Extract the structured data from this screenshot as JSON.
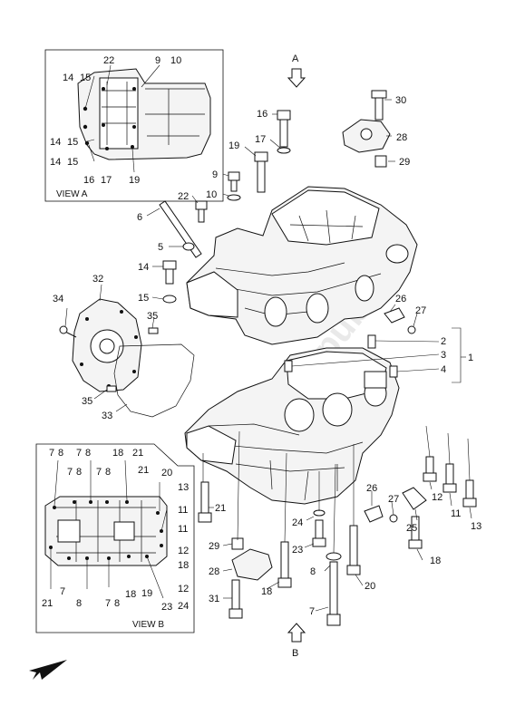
{
  "view_a": {
    "title": "VIEW A",
    "labels": [
      "22",
      "9",
      "10",
      "14",
      "15",
      "14",
      "15",
      "14",
      "15",
      "16",
      "17",
      "19"
    ]
  },
  "view_b": {
    "title": "VIEW B",
    "labels": [
      "7",
      "8",
      "7",
      "8",
      "18",
      "21",
      "7",
      "8",
      "7",
      "8",
      "21",
      "20",
      "13",
      "11",
      "11",
      "12",
      "18",
      "21",
      "7",
      "8",
      "7",
      "8",
      "18",
      "19",
      "23",
      "12",
      "24"
    ]
  },
  "direction_labels": {
    "a": "A",
    "b": "B"
  },
  "parts": {
    "p30": "30",
    "p28": "28",
    "p29": "29",
    "p16": "16",
    "p17": "17",
    "p19": "19",
    "p9": "9",
    "p10": "10",
    "p22": "22",
    "p6": "6",
    "p5": "5",
    "p14": "14",
    "p15": "15",
    "p32": "32",
    "p34": "34",
    "p35a": "35",
    "p35b": "35",
    "p33": "33",
    "p26a": "26",
    "p27a": "27",
    "p2": "2",
    "p3": "3",
    "p4": "4",
    "p1": "1",
    "p21": "21",
    "p12": "12",
    "p11": "11",
    "p13": "13",
    "p25": "25",
    "p26b": "26",
    "p27b": "27",
    "p24": "24",
    "p23": "23",
    "p18a": "18",
    "p29b": "29",
    "p28b": "28",
    "p18b": "18",
    "p31": "31",
    "p8": "8",
    "p7": "7",
    "p20": "20"
  },
  "watermark": "PartsRepublik"
}
